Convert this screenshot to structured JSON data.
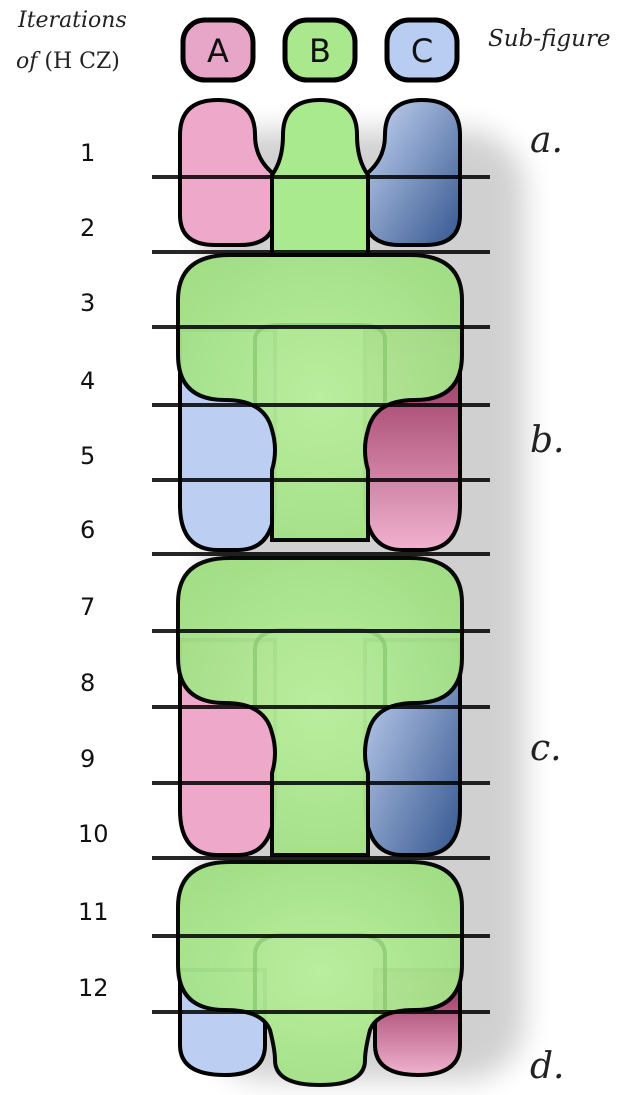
{
  "header": {
    "iterations_line1": "Iterations",
    "iterations_line2_italic": "of",
    "iterations_line2_plain": " (H CZ)",
    "subfigure": "Sub-figure"
  },
  "columns": [
    {
      "letter": "A",
      "color": "#e7a6c8"
    },
    {
      "letter": "B",
      "color": "#a9e88c"
    },
    {
      "letter": "C",
      "color": "#b9cdf2"
    }
  ],
  "iterations": [
    "1",
    "2",
    "3",
    "4",
    "5",
    "6",
    "7",
    "8",
    "9",
    "10",
    "11",
    "12"
  ],
  "subfigures": [
    "a.",
    "b.",
    "c.",
    "d."
  ],
  "colors": {
    "pink": "#eda8ca",
    "pink_dark": "#a0355f",
    "green": "#aaea8f",
    "blue": "#bccff3",
    "blue_dark": "#3d5f9a",
    "outline": "#000000"
  }
}
